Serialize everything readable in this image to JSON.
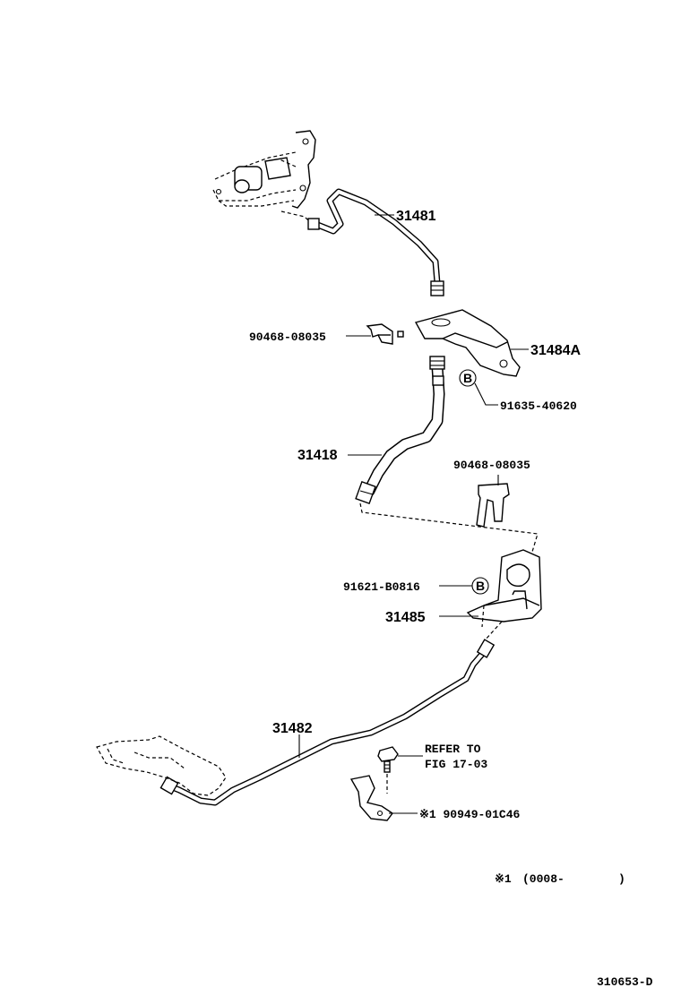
{
  "parts": {
    "p31481": "31481",
    "p90468_top": "90468-08035",
    "p31484A": "31484A",
    "p91635": "91635-40620",
    "p31418": "31418",
    "p90468_mid": "90468-08035",
    "p91621": "91621-B0816",
    "p31485": "31485",
    "p31482": "31482",
    "refer_line1": "REFER TO",
    "refer_line2": "FIG 17-03",
    "p90949": "※1 90949-01C46"
  },
  "callouts": {
    "b_top": "B",
    "b_mid": "B"
  },
  "footnote": {
    "mark": "※1",
    "range": "(0008-",
    "close": ")"
  },
  "figure_id": "310653-D",
  "icons": [
    "master-cylinder-icon",
    "brake-pipe-icon",
    "flexible-hose-icon",
    "bracket-icon",
    "hose-clip-icon",
    "bolt-icon",
    "clamp-icon",
    "slave-cylinder-icon"
  ]
}
